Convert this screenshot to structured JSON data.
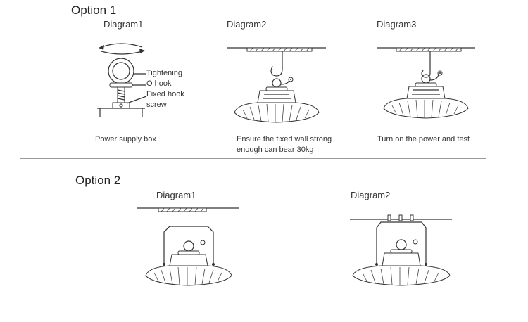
{
  "option1": {
    "title": "Option 1",
    "diagram1": {
      "title": "Diagram1",
      "labels": [
        "Tightening",
        "O hook",
        "Fixed hook",
        "screw"
      ],
      "caption": "Power supply box"
    },
    "diagram2": {
      "title": "Diagram2",
      "caption_line1": "Ensure the fixed wall strong",
      "caption_line2": "enough can bear 30kg"
    },
    "diagram3": {
      "title": "Diagram3",
      "caption": "Turn on the power and test"
    }
  },
  "option2": {
    "title": "Option 2",
    "diagram1": {
      "title": "Diagram1"
    },
    "diagram2": {
      "title": "Diagram2"
    }
  },
  "colors": {
    "line": "#333333",
    "divider": "#9a9a9a",
    "background": "#ffffff"
  }
}
